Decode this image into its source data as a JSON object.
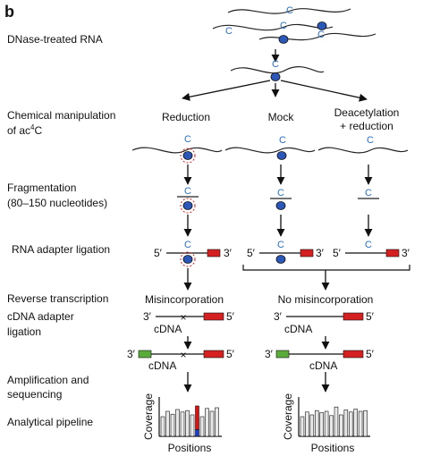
{
  "panel_letter": "b",
  "colors": {
    "reduction": "#d62020",
    "blue_text": "#2a6fc0",
    "nucleotide_fill": "#2b57b8",
    "adapter_red": "#d42020",
    "adapter_green": "#5aac3a",
    "misincorporation_red": "#e01010",
    "misincorporation_blue": "#1a3fd0",
    "bar_fill": "#e8e8e8"
  },
  "steps": {
    "dnase": "DNase-treated RNA",
    "chem_line1": "Chemical manipulation",
    "chem_line2_prefix": "of ac",
    "chem_line2_sup": "4",
    "chem_line2_suffix": "C",
    "frag_line1": "Fragmentation",
    "frag_line2": "(80–150 nucleotides)",
    "rna_adapter": "RNA adapter ligation",
    "rt": "Reverse transcription",
    "cdna_adapter_line1": "cDNA adapter",
    "cdna_adapter_line2": "ligation",
    "amp_line1": "Amplification and",
    "amp_line2": "sequencing",
    "pipeline": "Analytical pipeline"
  },
  "conditions": {
    "reduction": "Reduction",
    "mock": "Mock",
    "deacetylation_line1": "Deacetylation",
    "deacetylation_line2": "+ reduction"
  },
  "nucleotide_letter": "C",
  "ends": {
    "five": "5′",
    "three": "3′"
  },
  "outcomes": {
    "misincorporation": "Misincorporation",
    "no_misincorporation": "No misincorporation",
    "cdna": "cDNA",
    "mark": "×"
  },
  "plots": {
    "ylabel": "Coverage",
    "xlabel": "Positions",
    "left_bars": [
      0.55,
      0.7,
      0.62,
      0.75,
      0.68,
      0.72,
      0.6,
      0.85,
      0.55,
      0.78,
      0.7,
      0.8
    ],
    "left_highlight_index": 7,
    "left_highlight_split": [
      0.78,
      0.22
    ],
    "right_bars": [
      0.55,
      0.68,
      0.6,
      0.72,
      0.66,
      0.7,
      0.58,
      0.82,
      0.6,
      0.74,
      0.68,
      0.76,
      0.7,
      0.72
    ]
  }
}
